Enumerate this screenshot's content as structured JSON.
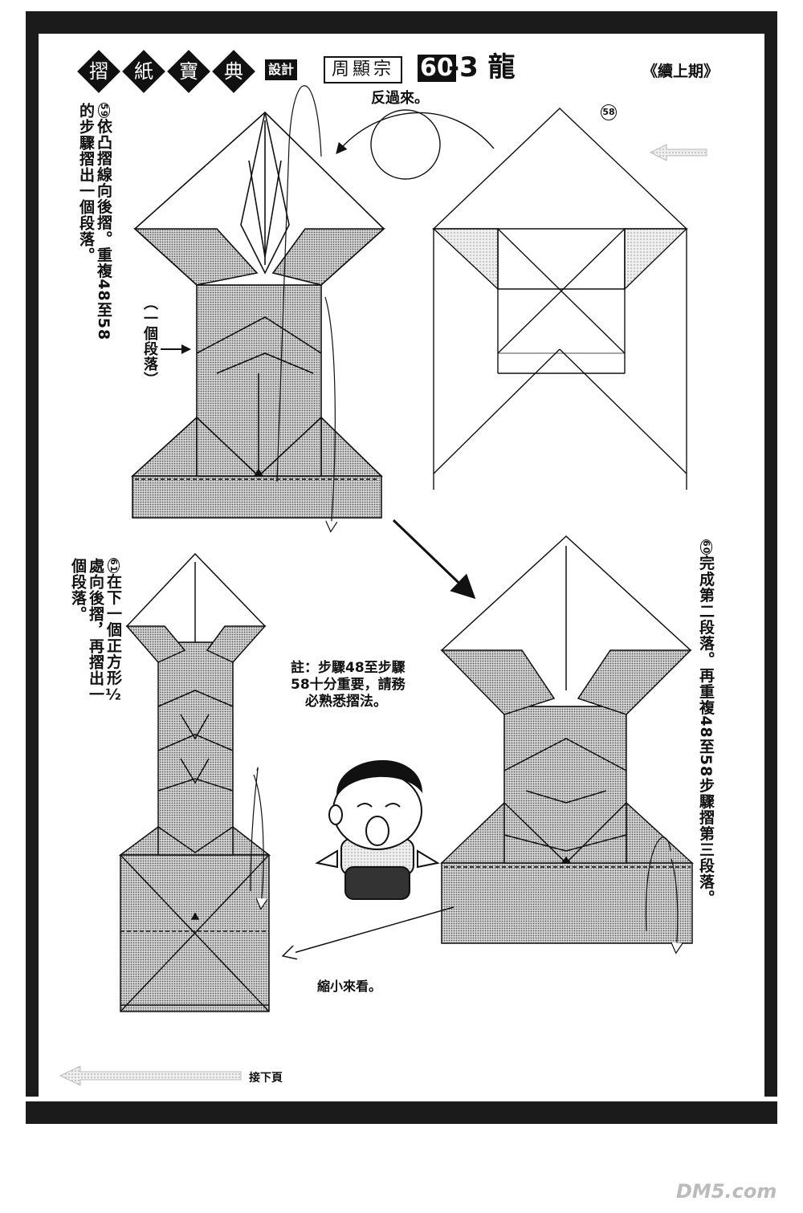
{
  "header": {
    "series_chars": [
      "摺",
      "紙",
      "寶",
      "典"
    ],
    "design_label": "設計",
    "author": "周顯宗",
    "issue_number": "60",
    "title_suffix": "-3 龍",
    "continued": "《續上期》"
  },
  "steps": {
    "flip_label": "反過來。",
    "step58_number": "58",
    "step59": {
      "number": "59",
      "line1": "依凸摺線向後摺。重複",
      "line2": "48至58的步驟摺出一個段落。"
    },
    "segment_label": "（一個段落）",
    "step60": {
      "number": "60",
      "line1": "完成第二段落。再重複",
      "line2": "48至58步驟摺第三段落。"
    },
    "step61": {
      "number": "61",
      "line1": "在下一個正方形½處向後摺，",
      "line2": "再摺出一個段落。"
    },
    "note": {
      "line1": "註：步驟48至步驟",
      "line2": "58十分重要，請務",
      "line3": "必熟悉摺法。"
    },
    "zoom_out_label": "縮小來看。"
  },
  "footer": {
    "next_page": "接下頁",
    "watermark": "DM5.com"
  },
  "colors": {
    "frame": "#1b1b1b",
    "screen": "#9a9a9a"
  }
}
